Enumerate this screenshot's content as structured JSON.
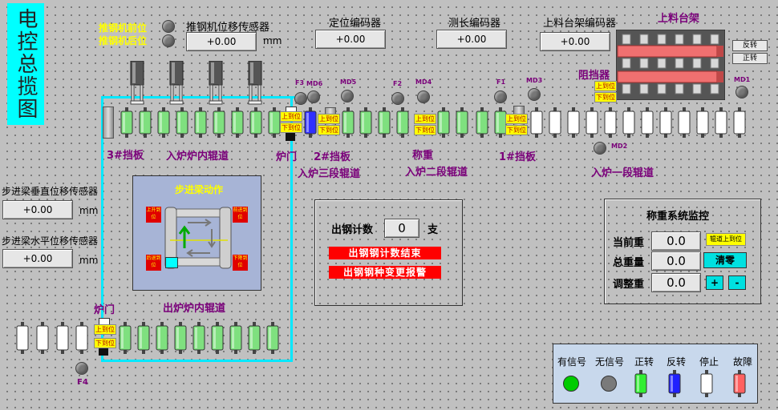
{
  "title": "电控总揽图",
  "pusher": {
    "front_label": "推钢机前位",
    "back_label": "推钢机后位",
    "sensor_label": "推钢机位移传感器",
    "sensor_value": "+0.00",
    "unit": "mm"
  },
  "encoders": [
    {
      "label": "定位编码器",
      "value": "+0.00"
    },
    {
      "label": "测长编码器",
      "value": "+0.00"
    },
    {
      "label": "上料台架编码器",
      "value": "+0.00"
    }
  ],
  "rack": {
    "title": "上料台架",
    "reverse_label": "反转",
    "forward_label": "正转"
  },
  "labels": {
    "blocker": "阻挡器",
    "baffle3": "3#挡板",
    "furnace_inner": "入炉炉内辊道",
    "furnace_door_top": "炉门",
    "baffle2": "2#挡板",
    "section3": "入炉三段辊道",
    "weigh": "称重",
    "section2": "入炉二段辊道",
    "baffle1": "1#挡板",
    "section1": "入炉一段辊道",
    "furnace_door_bottom": "炉门",
    "exit_roll": "出炉炉内辊道"
  },
  "sensor_tags": {
    "F3": "F3",
    "MD6": "MD6",
    "MD5": "MD5",
    "F2": "F2",
    "MD4": "MD4",
    "F1": "F1",
    "MD3": "MD3",
    "MD1": "MD1",
    "MD2": "MD2",
    "F4": "F4"
  },
  "pos_tags": {
    "up": "上到位",
    "down": "下到位"
  },
  "beam": {
    "vertical_label": "步进梁垂直位移传感器",
    "vertical_value": "+0.00",
    "horizontal_label": "步进梁水平位移传感器",
    "horizontal_value": "+0.00",
    "unit": "mm",
    "action_title": "步进梁动作",
    "corner_tl": "上升到位",
    "corner_tr": "前进到位",
    "corner_bl": "后退到位",
    "corner_br": "下降到位"
  },
  "counter": {
    "label": "出钢计数",
    "value": "0",
    "unit": "支",
    "btn_end": "出钢钢计数结束",
    "btn_alarm": "出钢钢种变更报警"
  },
  "weighing": {
    "title": "称重系统监控",
    "current_label": "当前重",
    "current_value": "0.0",
    "roller_up_tag": "辊道上到位",
    "total_label": "总重量",
    "total_value": "0.0",
    "clear_btn": "清零",
    "adjust_label": "调整重",
    "adjust_value": "0.0",
    "plus": "+",
    "minus": "-"
  },
  "legend": [
    {
      "label": "有信号",
      "kind": "led",
      "color": "#00cc00"
    },
    {
      "label": "无信号",
      "kind": "led",
      "color": "#7a7a7a"
    },
    {
      "label": "正转",
      "kind": "roller",
      "color": "#33ee33"
    },
    {
      "label": "反转",
      "kind": "roller",
      "color": "#2020ff"
    },
    {
      "label": "停止",
      "kind": "roller",
      "color": "#ffffff"
    },
    {
      "label": "故障",
      "kind": "roller",
      "color": "#ff6060"
    }
  ]
}
